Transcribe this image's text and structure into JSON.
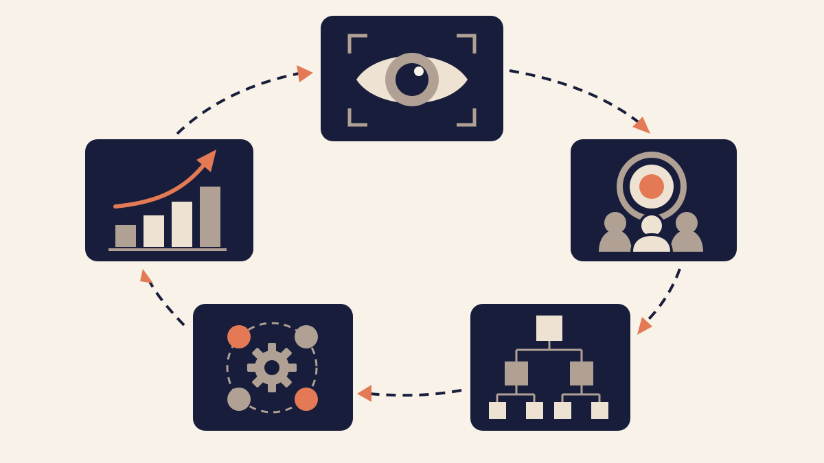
{
  "diagram": {
    "type": "cycle",
    "direction": "clockwise",
    "colors": {
      "background": "#f8f2e8",
      "panel": "#171d3b",
      "accent": "#e37a55",
      "taupe": "#b0a194",
      "cream": "#eee3d2",
      "connector": "#171d3b"
    },
    "nodes": [
      {
        "id": "observe",
        "icon": "eye-icon"
      },
      {
        "id": "target",
        "icon": "target-audience-icon"
      },
      {
        "id": "structure",
        "icon": "hierarchy-icon"
      },
      {
        "id": "process",
        "icon": "gear-network-icon"
      },
      {
        "id": "growth",
        "icon": "growth-chart-icon"
      }
    ],
    "connections": [
      {
        "from": "observe",
        "to": "target"
      },
      {
        "from": "target",
        "to": "structure"
      },
      {
        "from": "structure",
        "to": "process"
      },
      {
        "from": "process",
        "to": "growth"
      },
      {
        "from": "growth",
        "to": "observe"
      }
    ]
  }
}
